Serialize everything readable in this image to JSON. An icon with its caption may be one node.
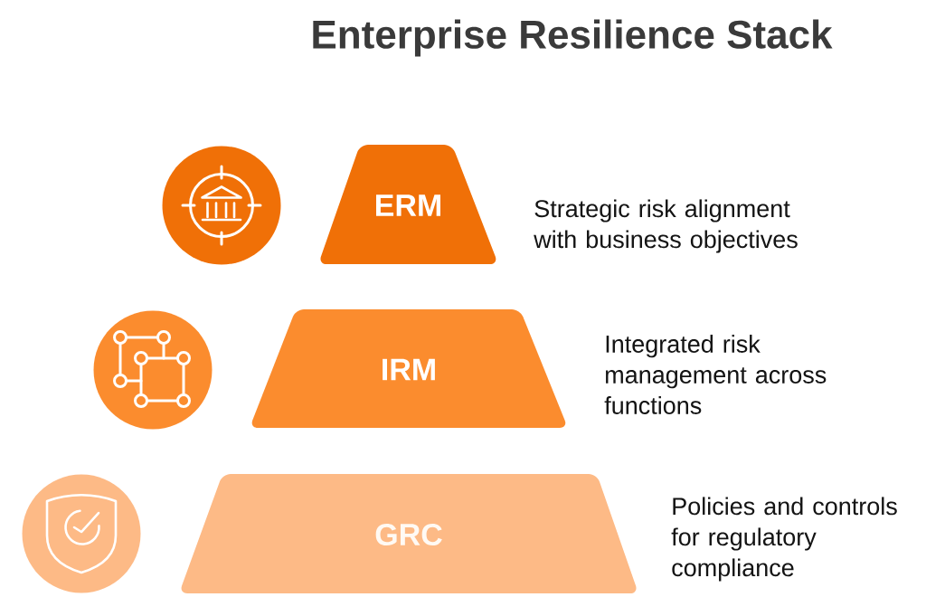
{
  "diagram": {
    "title": "Enterprise Resilience Stack",
    "nodes": [
      {
        "text": [
          "ERM"
        ],
        "beside": [
          "Strategic risk alignment with business objectives"
        ]
      },
      {
        "text": [
          "IRM"
        ],
        "beside": [
          "Integrated risk management across functions"
        ]
      },
      {
        "text": [
          "GRC"
        ],
        "beside": [
          "Policies and controls for regulatory compliance"
        ]
      }
    ]
  }
}
